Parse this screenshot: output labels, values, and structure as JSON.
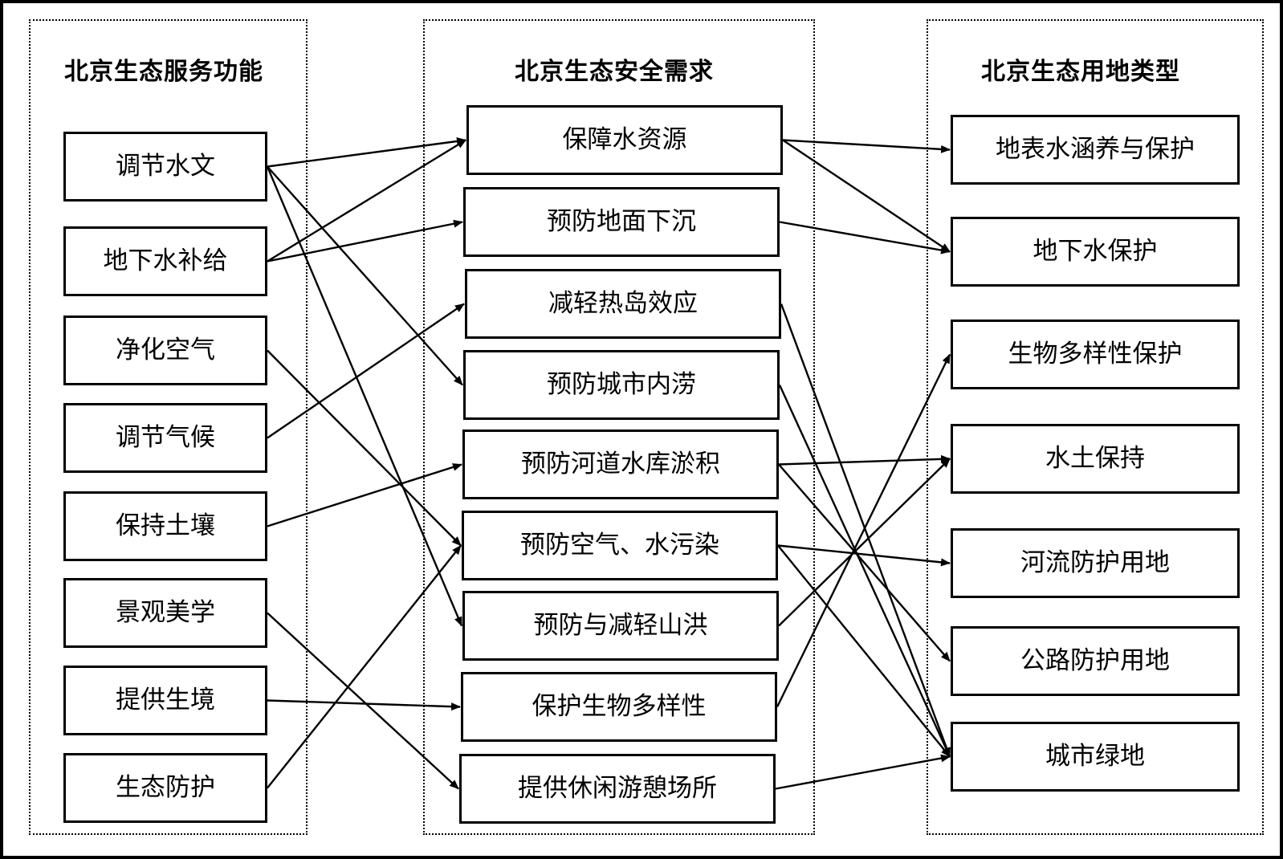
{
  "columns": {
    "services": {
      "title": "北京生态服务功能",
      "items": [
        "调节水文",
        "地下水补给",
        "净化空气",
        "调节气候",
        "保持土壤",
        "景观美学",
        "提供生境",
        "生态防护"
      ]
    },
    "demands": {
      "title": "北京生态安全需求",
      "items": [
        "保障水资源",
        "预防地面下沉",
        "减轻热岛效应",
        "预防城市内涝",
        "预防河道水库淤积",
        "预防空气、水污染",
        "预防与减轻山洪",
        "保护生物多样性",
        "提供休闲游憩场所"
      ]
    },
    "landuse": {
      "title": "北京生态用地类型",
      "items": [
        "地表水涵养与保护",
        "地下水保护",
        "生物多样性保护",
        "水土保持",
        "河流防护用地",
        "公路防护用地",
        "城市绿地"
      ]
    }
  },
  "links": {
    "services_to_demands": [
      {
        "from": "调节水文",
        "to": "保障水资源"
      },
      {
        "from": "调节水文",
        "to": "预防城市内涝"
      },
      {
        "from": "调节水文",
        "to": "预防与减轻山洪"
      },
      {
        "from": "地下水补给",
        "to": "保障水资源"
      },
      {
        "from": "地下水补给",
        "to": "预防地面下沉"
      },
      {
        "from": "净化空气",
        "to": "预防空气、水污染"
      },
      {
        "from": "调节气候",
        "to": "减轻热岛效应"
      },
      {
        "from": "保持土壤",
        "to": "预防河道水库淤积"
      },
      {
        "from": "景观美学",
        "to": "提供休闲游憩场所"
      },
      {
        "from": "提供生境",
        "to": "保护生物多样性"
      },
      {
        "from": "生态防护",
        "to": "预防空气、水污染"
      }
    ],
    "demands_to_landuse": [
      {
        "from": "保障水资源",
        "to": "地表水涵养与保护"
      },
      {
        "from": "保障水资源",
        "to": "地下水保护"
      },
      {
        "from": "预防地面下沉",
        "to": "地下水保护"
      },
      {
        "from": "减轻热岛效应",
        "to": "城市绿地"
      },
      {
        "from": "预防城市内涝",
        "to": "城市绿地"
      },
      {
        "from": "预防河道水库淤积",
        "to": "水土保持"
      },
      {
        "from": "预防河道水库淤积",
        "to": "公路防护用地"
      },
      {
        "from": "预防空气、水污染",
        "to": "河流防护用地"
      },
      {
        "from": "预防空气、水污染",
        "to": "城市绿地"
      },
      {
        "from": "预防与减轻山洪",
        "to": "水土保持"
      },
      {
        "from": "保护生物多样性",
        "to": "生物多样性保护"
      },
      {
        "from": "提供休闲游憩场所",
        "to": "城市绿地"
      }
    ]
  }
}
